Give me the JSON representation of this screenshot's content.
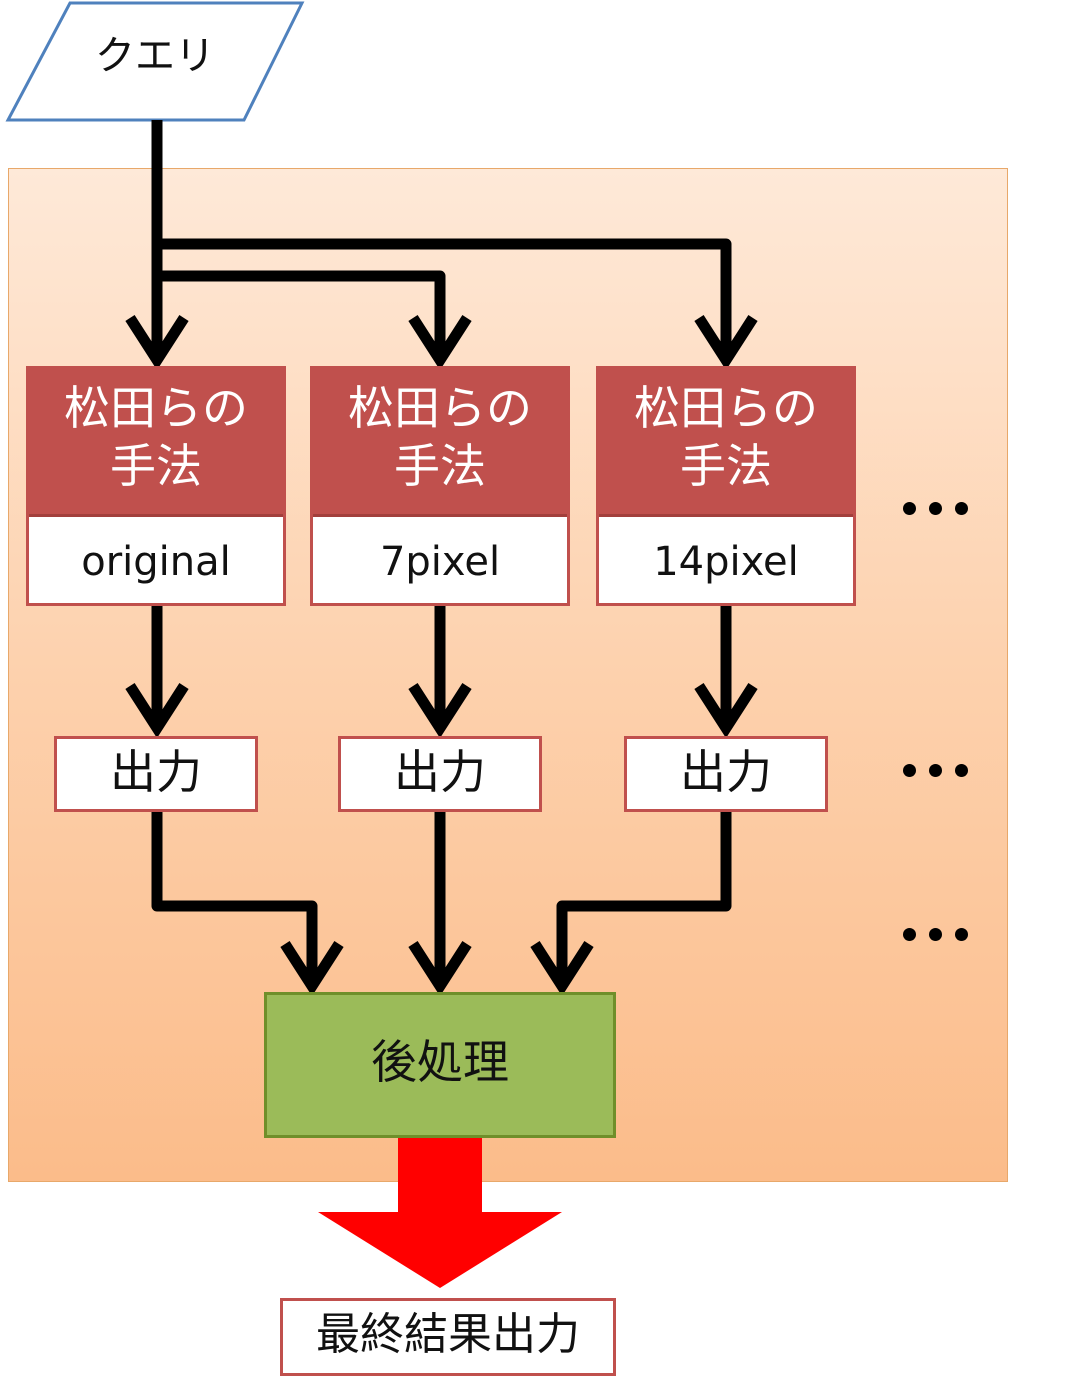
{
  "query": {
    "label": "クエリ"
  },
  "methods": [
    {
      "line1": "松田らの",
      "line2": "手法",
      "param": "original"
    },
    {
      "line1": "松田らの",
      "line2": "手法",
      "param": "7pixel"
    },
    {
      "line1": "松田らの",
      "line2": "手法",
      "param": "14pixel"
    }
  ],
  "outputs": [
    {
      "label": "出力"
    },
    {
      "label": "出力"
    },
    {
      "label": "出力"
    }
  ],
  "post_process": {
    "label": "後処理"
  },
  "final_output": {
    "label": "最終結果出力"
  },
  "colors": {
    "method_header": "#c0504d",
    "box_border": "#c0504d",
    "post_process_fill": "#9bbb59",
    "final_arrow": "#ff0000",
    "query_border": "#4f81bd",
    "panel_gradient_top": "#fee9d8",
    "panel_gradient_bottom": "#fbbc8a"
  }
}
